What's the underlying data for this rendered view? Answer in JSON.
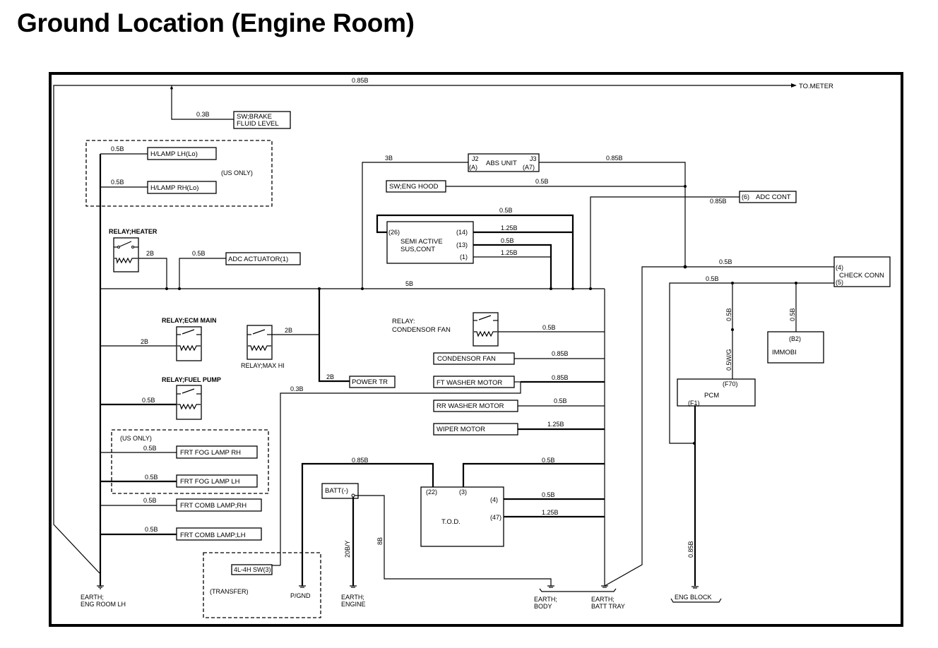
{
  "title": "Ground Location (Engine Room)",
  "wires": {
    "top_bus": "0.85B",
    "to_meter": "TO.METER",
    "brake_fluid": "0.3B",
    "hlamp_lh": "0.5B",
    "hlamp_rh": "0.5B",
    "relay_heater": "2B",
    "adc_actuator": "0.5B",
    "main_bus": "5B",
    "abs_left": "3B",
    "abs_right": "0.85B",
    "eng_hood": "0.5B",
    "adc_cont": "0.85B",
    "sus_26": "0.5B",
    "sus_14": "1.25B",
    "sus_13": "0.5B",
    "sus_1": "1.25B",
    "check_4": "0.5B",
    "check_5": "0.5B",
    "pcm_branch": "0.5B",
    "pcm_f70": "0.5W/G",
    "immobi": "0.5B",
    "eng_block": "0.85B",
    "relay_ecm": "2B",
    "relay_fuel": "0.5B",
    "relay_maxhi": "2B",
    "power_tr": "2B",
    "transfer": "0.3B",
    "relay_condfan": "0.5B",
    "cond_fan": "0.85B",
    "ft_washer": "0.85B",
    "rr_washer": "0.5B",
    "wiper": "1.25B",
    "fog_rh": "0.5B",
    "fog_lh": "0.5B",
    "comb_rh": "0.5B",
    "comb_lh": "0.5B",
    "tod_22": "0.85B",
    "tod_3": "0.5B",
    "tod_4": "0.5B",
    "tod_47": "1.25B",
    "batt_20": "20B/Y",
    "batt_8": "8B"
  },
  "components": {
    "sw_brake_1": "SW;BRAKE",
    "sw_brake_2": "FLUID LEVEL",
    "hlamp_lh": "H/LAMP LH(Lo)",
    "hlamp_rh": "H/LAMP RH(Lo)",
    "us_only_1": "(US ONLY)",
    "relay_heater": "RELAY;HEATER",
    "adc_actuator": "ADC ACTUATOR(1)",
    "abs_unit": "ABS UNIT",
    "abs_j2": "J2",
    "abs_a": "(A)",
    "abs_j3": "J3",
    "abs_a7": "(A7)",
    "sw_eng_hood": "SW;ENG HOOD",
    "adc_cont_pin": "(6)",
    "adc_cont": "ADC CONT",
    "sus_pin26": "(26)",
    "sus_pin14": "(14)",
    "sus_pin13": "(13)",
    "sus_pin1": "(1)",
    "sus_1": "SEMI ACTIVE",
    "sus_2": "SUS,CONT",
    "check_pin4": "(4)",
    "check_conn": "CHECK CONN",
    "check_pin5": "(5)",
    "immobi_pin": "(B2)",
    "immobi": "IMMOBI",
    "pcm_f70": "(F70)",
    "pcm": "PCM",
    "pcm_f1": "(F1)",
    "relay_ecm": "RELAY;ECM MAIN",
    "relay_fuel": "RELAY;FUEL PUMP",
    "relay_maxhi": "RELAY;MAX HI",
    "power_tr": "POWER TR",
    "relay_condfan_1": "RELAY:",
    "relay_condfan_2": "CONDENSOR FAN",
    "cond_fan": "CONDENSOR FAN",
    "ft_washer": "FT WASHER MOTOR",
    "rr_washer": "RR WASHER MOTOR",
    "wiper": "WIPER MOTOR",
    "us_only_2": "(US ONLY)",
    "fog_rh": "FRT FOG LAMP RH",
    "fog_lh": "FRT FOG LAMP LH",
    "comb_rh": "FRT COMB LAMP;RH",
    "comb_lh": "FRT COMB LAMP;LH",
    "batt": "BATT(-)",
    "tod": "T.O.D.",
    "tod_pin22": "(22)",
    "tod_pin3": "(3)",
    "tod_pin4": "(4)",
    "tod_pin47": "(47)",
    "sw_4l4h": "4L-4H SW(3)",
    "transfer": "(TRANSFER)",
    "pgnd": "P/GND"
  },
  "grounds": {
    "eng_room_1": "EARTH;",
    "eng_room_2": "ENG ROOM LH",
    "engine_1": "EARTH;",
    "engine_2": "ENGINE",
    "body_1": "EARTH;",
    "body_2": "BODY",
    "batt_1": "EARTH;",
    "batt_2": "BATT TRAY",
    "eng_block": "ENG BLOCK"
  }
}
